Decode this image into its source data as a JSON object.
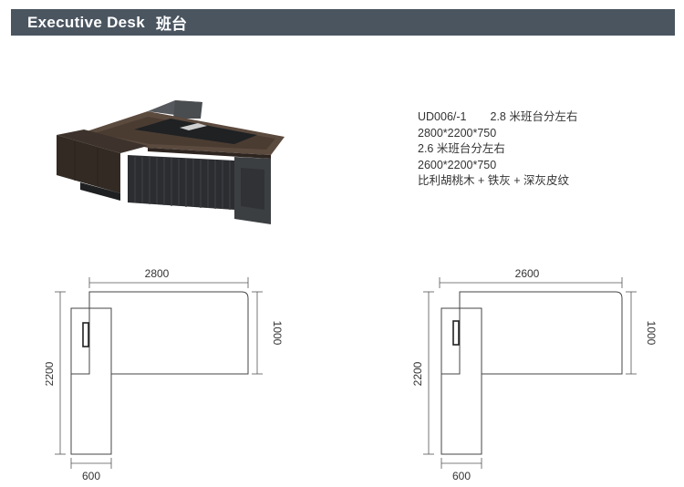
{
  "header": {
    "title": "Executive Desk",
    "subtitle": "班台"
  },
  "specs": {
    "model": "UD006/-1",
    "option1_name": "2.8 米班台分左右",
    "option1_size": "2800*2200*750",
    "option2_name": "2.6 米班台分左右",
    "option2_size": "2600*2200*750",
    "material": "比利胡桃木 + 铁灰 + 深灰皮纹"
  },
  "drawings": [
    {
      "width_label": "2800",
      "depth_label": "1000",
      "return_label": "2200",
      "return_width_label": "600"
    },
    {
      "width_label": "2600",
      "depth_label": "1000",
      "return_label": "2200",
      "return_width_label": "600"
    }
  ],
  "colors": {
    "header_bg": "#4a5560",
    "walnut": "#3a302a",
    "iron_grey": "#3c3f42",
    "dark_grey": "#2b2d30"
  }
}
